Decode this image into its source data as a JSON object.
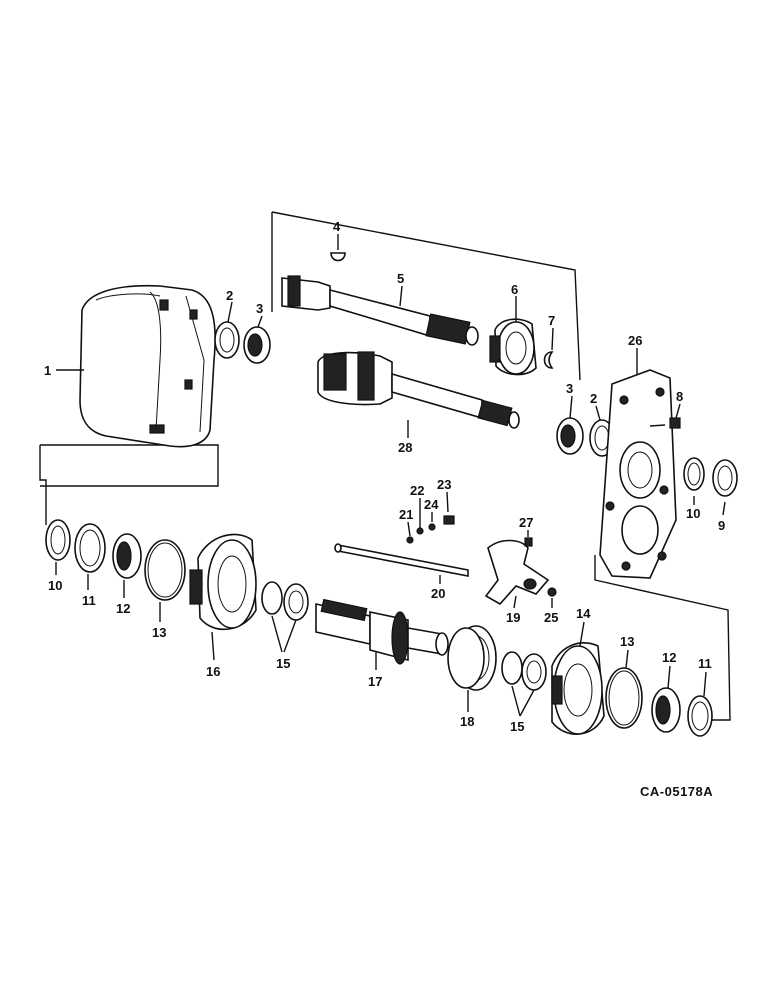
{
  "diagram": {
    "reference_code": "CA-05178A",
    "callouts": [
      {
        "id": "c1",
        "text": "1"
      },
      {
        "id": "c2a",
        "text": "2"
      },
      {
        "id": "c3a",
        "text": "3"
      },
      {
        "id": "c4",
        "text": "4"
      },
      {
        "id": "c5",
        "text": "5"
      },
      {
        "id": "c6",
        "text": "6"
      },
      {
        "id": "c7",
        "text": "7"
      },
      {
        "id": "c26",
        "text": "26"
      },
      {
        "id": "c3b",
        "text": "3"
      },
      {
        "id": "c2b",
        "text": "2"
      },
      {
        "id": "c8",
        "text": "8"
      },
      {
        "id": "c28",
        "text": "28"
      },
      {
        "id": "c22",
        "text": "22"
      },
      {
        "id": "c23",
        "text": "23"
      },
      {
        "id": "c24",
        "text": "24"
      },
      {
        "id": "c21",
        "text": "21"
      },
      {
        "id": "c27",
        "text": "27"
      },
      {
        "id": "c10a",
        "text": "10"
      },
      {
        "id": "c9",
        "text": "9"
      },
      {
        "id": "c10b",
        "text": "10"
      },
      {
        "id": "c11a",
        "text": "11"
      },
      {
        "id": "c12a",
        "text": "12"
      },
      {
        "id": "c13a",
        "text": "13"
      },
      {
        "id": "c16",
        "text": "16"
      },
      {
        "id": "c15a",
        "text": "15"
      },
      {
        "id": "c17",
        "text": "17"
      },
      {
        "id": "c20",
        "text": "20"
      },
      {
        "id": "c19",
        "text": "19"
      },
      {
        "id": "c25",
        "text": "25"
      },
      {
        "id": "c14",
        "text": "14"
      },
      {
        "id": "c13b",
        "text": "13"
      },
      {
        "id": "c12b",
        "text": "12"
      },
      {
        "id": "c11b",
        "text": "11"
      },
      {
        "id": "c18",
        "text": "18"
      },
      {
        "id": "c15b",
        "text": "15"
      }
    ]
  }
}
